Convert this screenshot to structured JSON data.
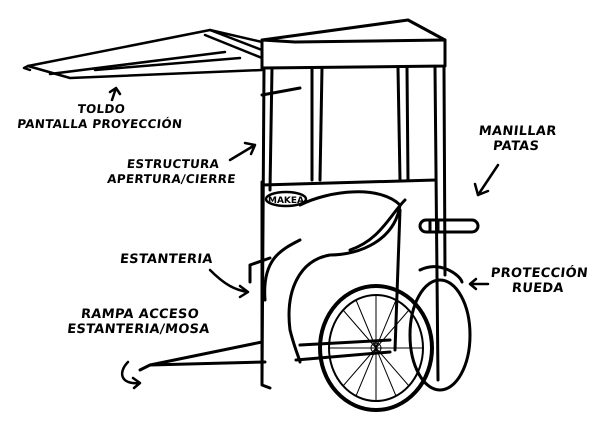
{
  "labels": {
    "toldo": [
      "Toldo",
      "Pantalla proyección"
    ],
    "estructura": [
      "Estructura",
      "apertura/cierre"
    ],
    "manillar": [
      "Manillar",
      "Patas"
    ],
    "estanteria": "Estanteria",
    "proteccion": [
      "Protección",
      "Rueda"
    ],
    "rampa": [
      "Rampa acceso",
      "Estanteria/mosa"
    ]
  },
  "logo_text": "MAKEA"
}
